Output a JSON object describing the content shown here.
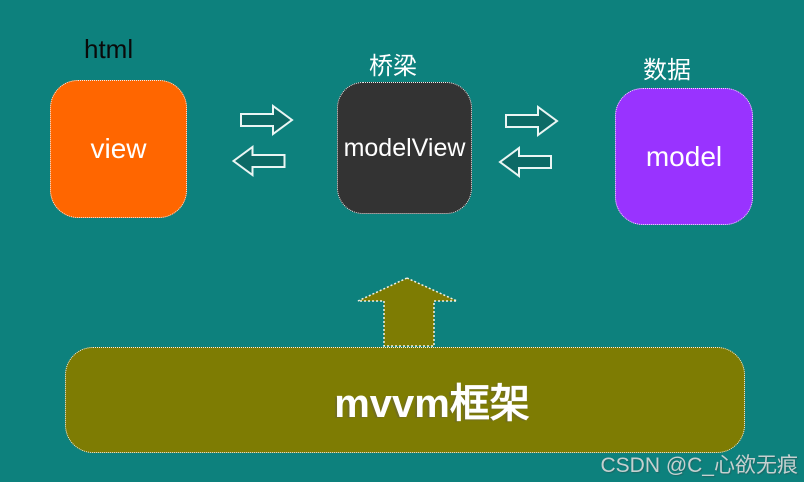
{
  "page": {
    "background_color": "#0d817d",
    "watermark": "CSDN @C_心欲无痕"
  },
  "diagram": {
    "nodes": [
      {
        "caption": "html",
        "label": "view",
        "fill": "#ff6600"
      },
      {
        "caption": "桥梁",
        "label": "modelView",
        "fill": "#333333"
      },
      {
        "caption": "数据",
        "label": "model",
        "fill": "#9933ff"
      }
    ],
    "arrow_fill": "#0d6a66",
    "arrow_outline": "#eaf5f3",
    "framework": {
      "label": "mvvm框架",
      "fill": "#7e7c03"
    }
  }
}
